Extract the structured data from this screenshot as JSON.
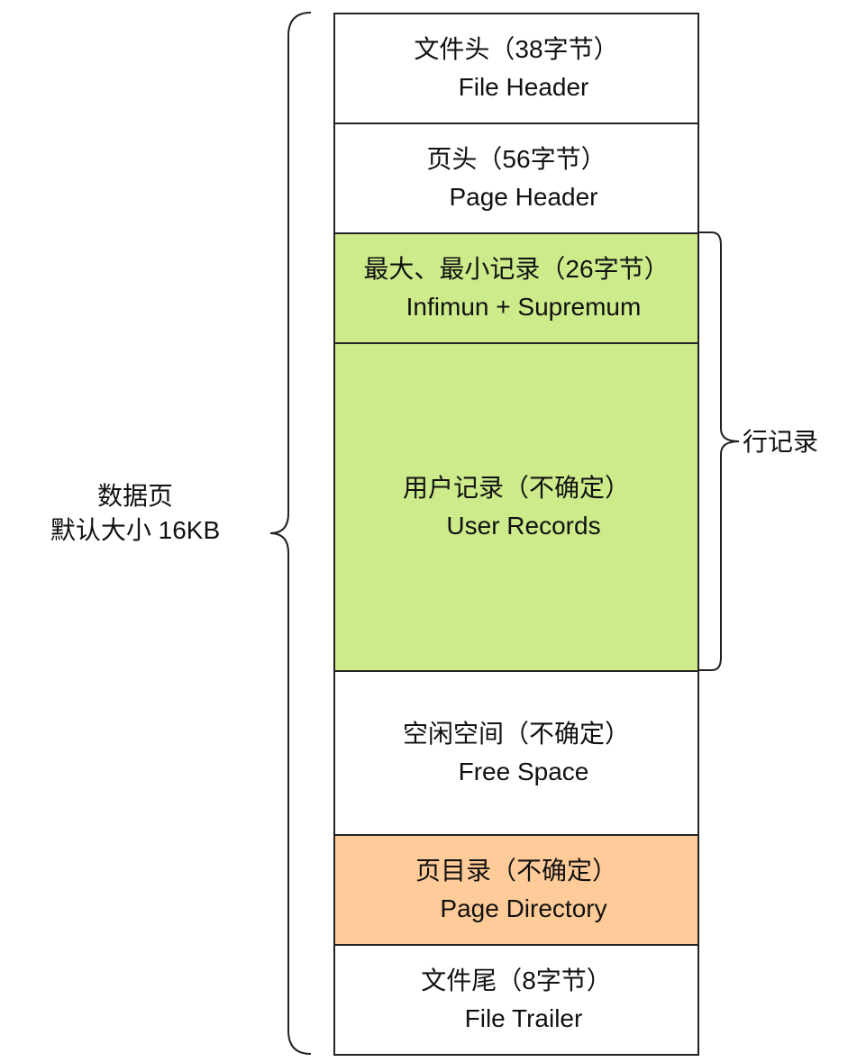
{
  "page_label": {
    "line1": "数据页",
    "line2": "默认大小 16KB"
  },
  "row_records_label": "行记录",
  "sections": [
    {
      "cn": "文件头（38字节）",
      "en": "File Header",
      "color": "#ffffff"
    },
    {
      "cn": "页头（56字节）",
      "en": "Page Header",
      "color": "#ffffff"
    },
    {
      "cn": "最大、最小记录（26字节）",
      "en": "Infimun + Supremum",
      "color": "#cdeb8b"
    },
    {
      "cn": "用户记录（不确定）",
      "en": "User Records",
      "color": "#cdeb8b"
    },
    {
      "cn": "空闲空间（不确定）",
      "en": "Free Space",
      "color": "#ffffff"
    },
    {
      "cn": "页目录（不确定）",
      "en": "Page Directory",
      "color": "#ffcc99"
    },
    {
      "cn": "文件尾（8字节）",
      "en": "File Trailer",
      "color": "#ffffff"
    }
  ]
}
